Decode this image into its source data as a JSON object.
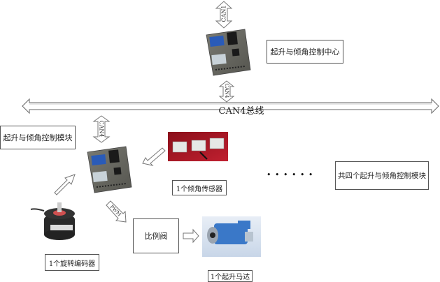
{
  "bus": {
    "label": "CAN4总线"
  },
  "links": {
    "top_can": "CAN1",
    "center_to_bus": "CAN4",
    "module_to_bus": "CAN4",
    "pwm": "PWM"
  },
  "labels": {
    "control_center": "起升与倾角控制中心",
    "control_module": "起升与倾角控制模块",
    "tilt_sensor": "1个倾角传感器",
    "four_modules": "共四个起升与倾角控制模块",
    "encoder": "1个旋转编码器",
    "proportional_valve": "比例阀",
    "lift_motor": "1个起升马达"
  },
  "ellipsis": "• • • • • •"
}
